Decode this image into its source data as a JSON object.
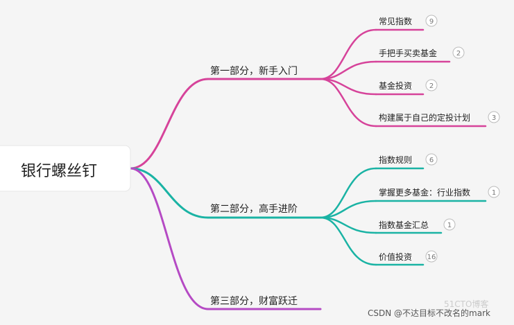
{
  "root": {
    "label": "银行螺丝钉"
  },
  "branches": [
    {
      "label": "第一部分，新手入门",
      "color": "#d6439a",
      "children": [
        {
          "label": "常见指数",
          "count": "9"
        },
        {
          "label": "手把手买卖基金",
          "count": "2"
        },
        {
          "label": "基金投资",
          "count": "2"
        },
        {
          "label": "构建属于自己的定投计划",
          "count": "3"
        }
      ]
    },
    {
      "label": "第二部分，高手进阶",
      "color": "#1ab3a4",
      "children": [
        {
          "label": "指数规则",
          "count": "6"
        },
        {
          "label": "掌握更多基金：行业指数",
          "count": "1"
        },
        {
          "label": "指数基金汇总",
          "count": "1"
        },
        {
          "label": "价值投资",
          "count": "16"
        }
      ]
    },
    {
      "label": "第三部分，财富跃迁",
      "color": "#b54ac4",
      "children": []
    }
  ],
  "watermark": {
    "text": "CSDN @不达目标不改名的mark",
    "faint": "51CTO博客"
  }
}
